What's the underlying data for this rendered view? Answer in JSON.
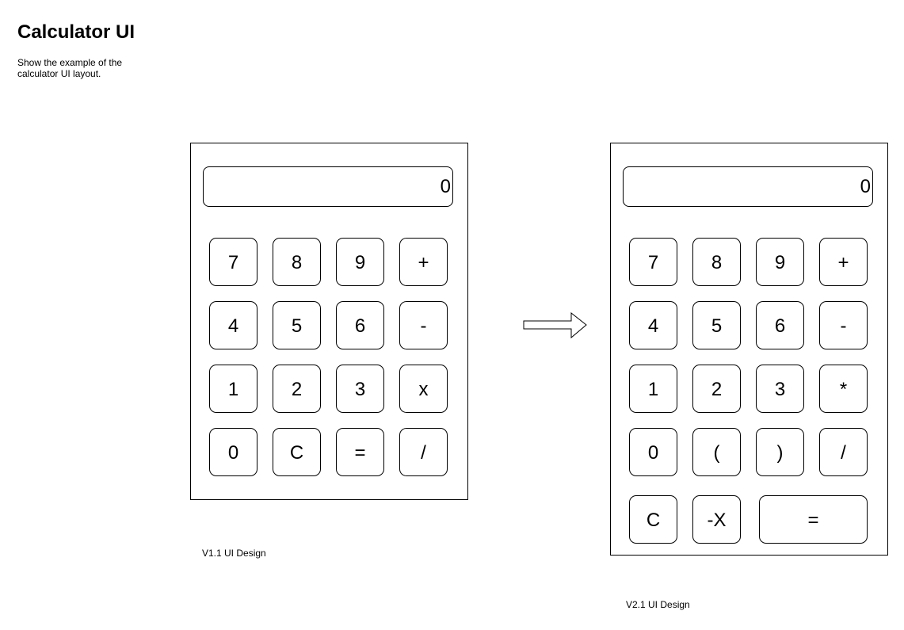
{
  "page": {
    "title": "Calculator UI",
    "description": "Show the example of the calculator UI layout."
  },
  "v1": {
    "display_value": "0",
    "caption": "V1.1 UI Design",
    "rows": [
      [
        "7",
        "8",
        "9",
        "+"
      ],
      [
        "4",
        "5",
        "6",
        "-"
      ],
      [
        "1",
        "2",
        "3",
        "x"
      ],
      [
        "0",
        "C",
        "=",
        "/"
      ]
    ]
  },
  "v2": {
    "display_value": "0",
    "caption": "V2.1 UI Design",
    "rows": [
      [
        "7",
        "8",
        "9",
        "+"
      ],
      [
        "4",
        "5",
        "6",
        "-"
      ],
      [
        "1",
        "2",
        "3",
        "*"
      ],
      [
        "0",
        "(",
        ")",
        "/"
      ]
    ],
    "bottom_row": [
      "C",
      "-X",
      "="
    ]
  },
  "arrow": {
    "icon": "right-arrow-icon"
  }
}
